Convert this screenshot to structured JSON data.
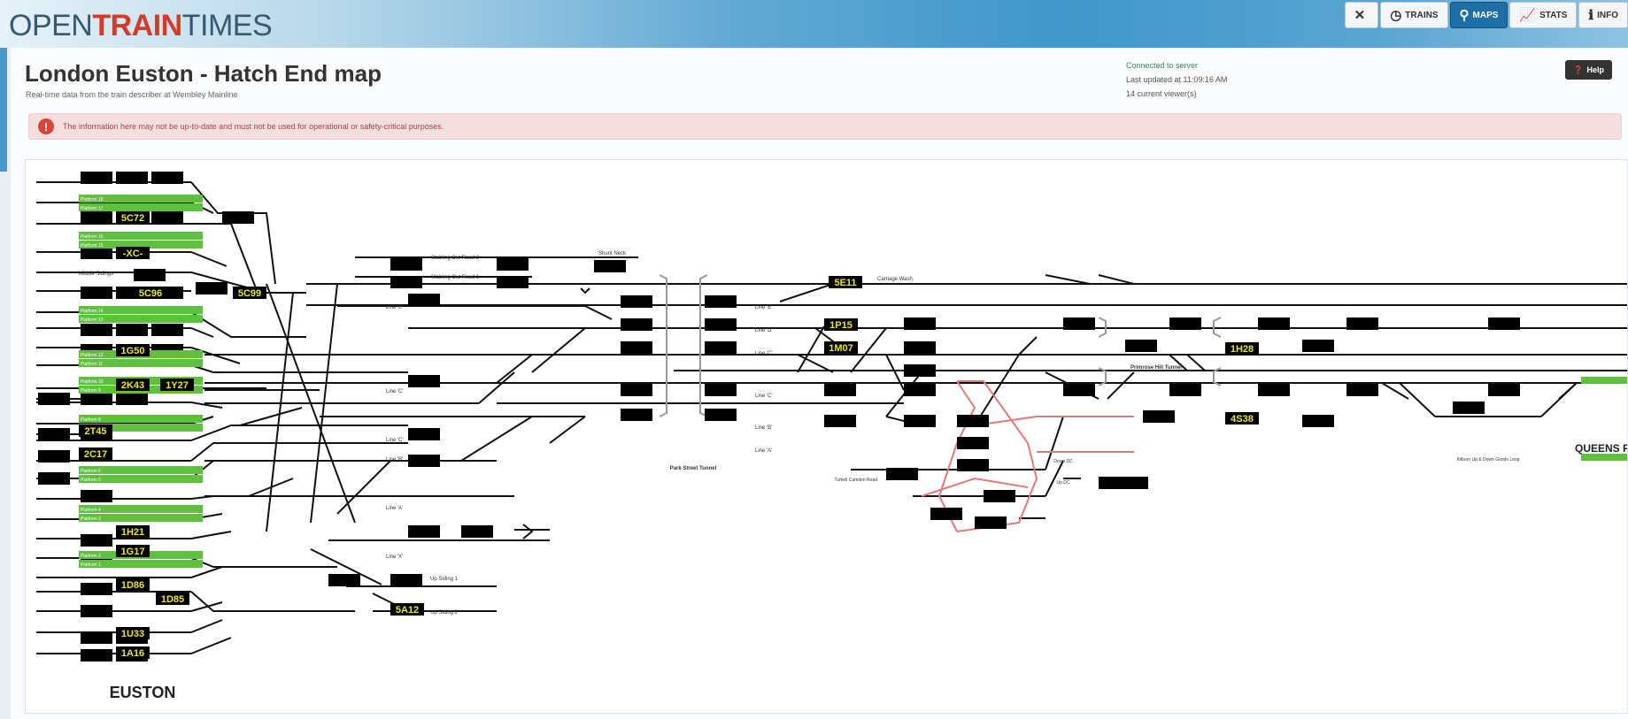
{
  "header": {
    "logo": {
      "part1": "OPEN",
      "part2": "TRAIN",
      "part3": "TIMES"
    },
    "nav": [
      {
        "label": "",
        "icon": "tools-icon",
        "glyph": "✕",
        "active": false
      },
      {
        "label": "TRAINS",
        "icon": "clock-icon",
        "glyph": "◷",
        "active": false
      },
      {
        "label": "MAPS",
        "icon": "map-pin-icon",
        "glyph": "⚲",
        "active": true
      },
      {
        "label": "STATS",
        "icon": "chart-icon",
        "glyph": "📈",
        "active": false
      },
      {
        "label": "INFO",
        "icon": "info-icon",
        "glyph": "ℹ",
        "active": false
      }
    ]
  },
  "page": {
    "title": "London Euston - Hatch End map",
    "subtitle": "Real-time data from the train describer at Wembley Mainline",
    "status": {
      "connected": "Connected to server",
      "updated": "Last updated at 11:09:16 AM",
      "viewers": "14 current viewer(s)"
    },
    "help": "Help",
    "alert": "The information here may not be up-to-date and must not be used for operational or safety-critical purposes."
  },
  "map": {
    "colors": {
      "track": "#111111",
      "berth": "#000000",
      "headcode": "#e8e23a",
      "platform": "#5fbf3e",
      "reversible": "#e07a7a",
      "tunnel": "#999999"
    },
    "station": "EUSTON",
    "edge_station": "QUEENS PARK",
    "labels": [
      "Middle Sidings",
      "Stabling Out Road 2",
      "Stabling Out Road 1",
      "Shunt Neck",
      "Line 'E'",
      "Line 'D'",
      "Line 'C'",
      "Line 'B'",
      "Line 'A'",
      "Line 'X'",
      "Up Siding 1",
      "Up Siding 2",
      "Carriage Wash",
      "Park Street Tunnel",
      "Primrose Hill Tunnel",
      "Tufnell Camden Road",
      "Down DC",
      "Up DC",
      "Kilburn Up & Down Goods Loop"
    ],
    "platforms": [
      "Platform 18",
      "Platform 17",
      "Platform 16",
      "Platform 15",
      "Platform 14",
      "Platform 13",
      "Platform 12",
      "Platform 11",
      "Platform 10",
      "Platform 9",
      "Platform 8",
      "Platform 7",
      "Platform 6",
      "Platform 5",
      "Platform 4",
      "Platform 3",
      "Platform 2",
      "Platform 1"
    ],
    "headcodes": [
      "5C72",
      "-XC-",
      "5C96",
      "5C99",
      "1G50",
      "2K43",
      "1Y27",
      "2T45",
      "2C17",
      "1H21",
      "1G17",
      "1D86",
      "1D85",
      "1U33",
      "1A16",
      "5A12",
      "5E11",
      "1P15",
      "1M07",
      "1H28",
      "4S38"
    ]
  }
}
